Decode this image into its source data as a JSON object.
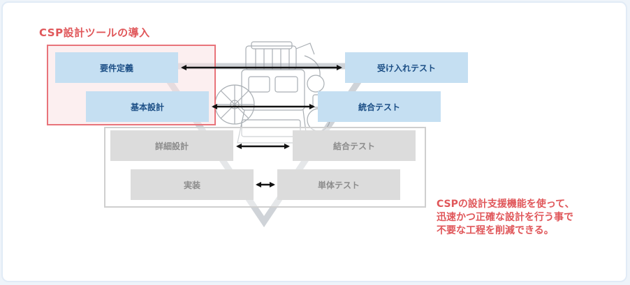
{
  "title": "CSP設計ツールの導入",
  "left_column": [
    "要件定義",
    "基本設計",
    "詳細設計",
    "実装"
  ],
  "right_column": [
    "受け入れテスト",
    "統合テスト",
    "結合テスト",
    "単体テスト"
  ],
  "message_lines": [
    "CSPの設計支援機能を使って、",
    "迅速かつ正確な設計を行う事で",
    "不要な工程を削減できる。"
  ],
  "colors": {
    "accent": "#e0575a",
    "blue_box": "#c5dff2",
    "blue_text": "#1c4f86",
    "gray_box": "#dcdcdc",
    "gray_text": "#8c8c8c"
  }
}
